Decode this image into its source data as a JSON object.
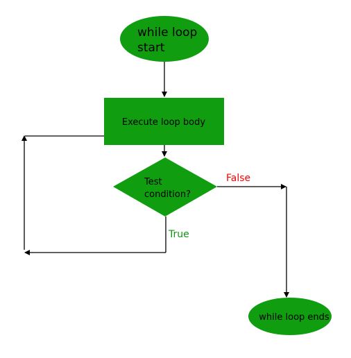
{
  "diagram": {
    "colors": {
      "node_fill": "#109e10",
      "line": "#000000",
      "false_label": "#ff0000",
      "true_label": "#119411",
      "background": "#ffffff"
    },
    "nodes": {
      "start": {
        "shape": "ellipse",
        "line1": "while loop",
        "line2": "start"
      },
      "body": {
        "shape": "rectangle",
        "label": "Execute loop body"
      },
      "condition": {
        "shape": "diamond",
        "line1": "Test",
        "line2": "condition?"
      },
      "end": {
        "shape": "ellipse",
        "label": "while loop ends"
      }
    },
    "edges": {
      "false_label": "False",
      "true_label": "True"
    }
  }
}
